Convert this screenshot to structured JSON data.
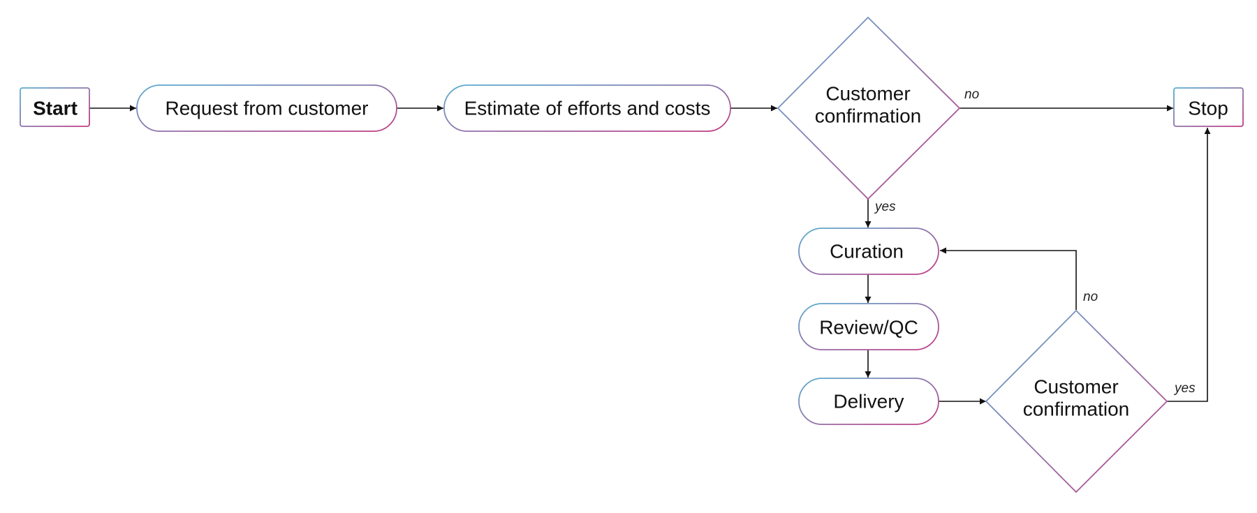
{
  "colors": {
    "gradient_start": "#5aaed1",
    "gradient_end": "#c23a84",
    "line": "#111111"
  },
  "nodes": {
    "start": "Start",
    "request": "Request from customer",
    "estimate": "Estimate of efforts and costs",
    "confirm1_line1": "Customer",
    "confirm1_line2": "confirmation",
    "stop": "Stop",
    "curation": "Curation",
    "review": "Review/QC",
    "delivery": "Delivery",
    "confirm2_line1": "Customer",
    "confirm2_line2": "confirmation"
  },
  "edge_labels": {
    "confirm1_no": "no",
    "confirm1_yes": "yes",
    "confirm2_no": "no",
    "confirm2_yes": "yes"
  }
}
